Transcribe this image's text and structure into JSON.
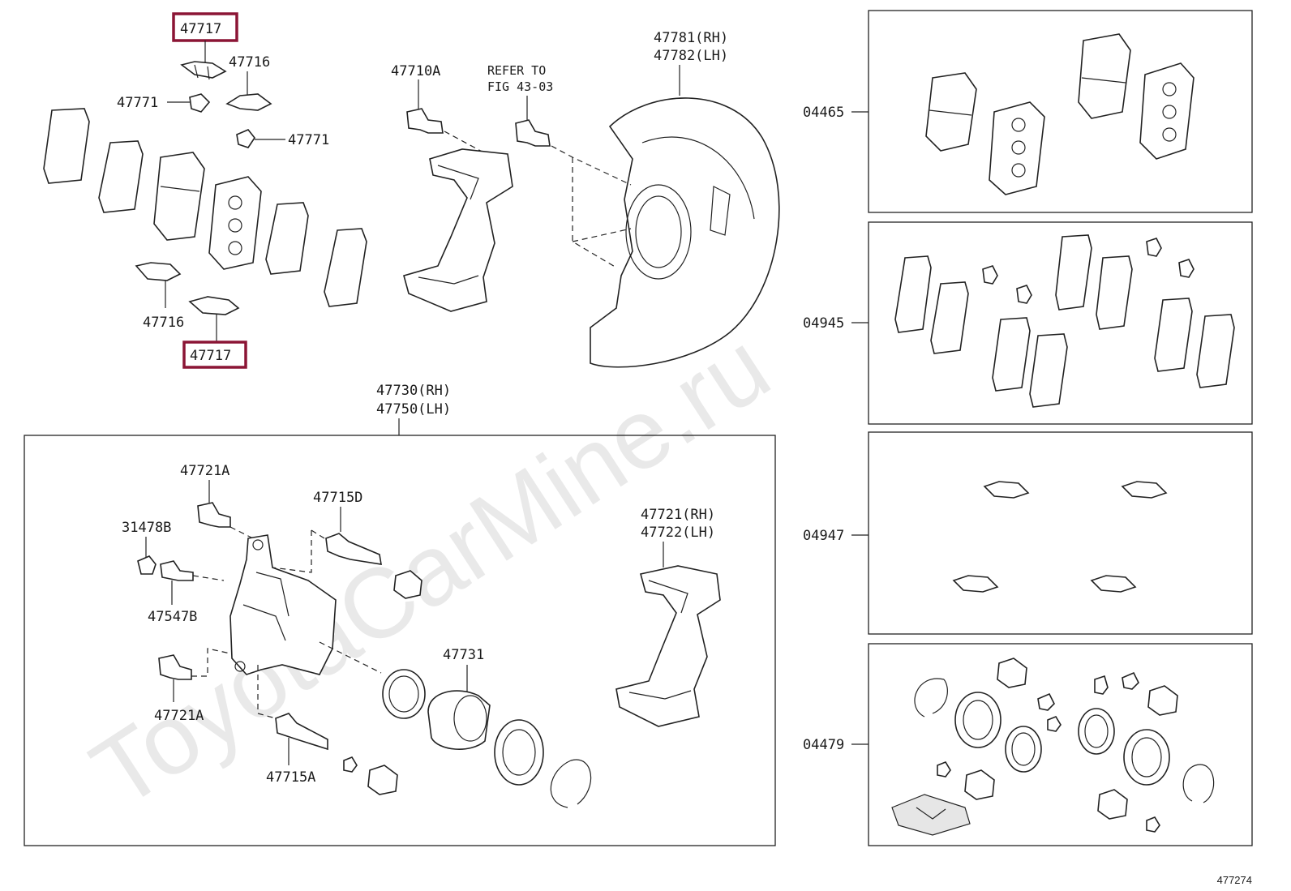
{
  "watermark": "ToyotaCarMine.ru",
  "figure_number": "477274",
  "highlight_color": "#8b1535",
  "callouts": {
    "shim_top": "47717",
    "shim_bottom": "47717",
    "clip_top": "47716",
    "clip_bottom": "47716",
    "ret_a": "47771",
    "ret_b": "47771",
    "bolt": "47710A",
    "refer_line1": "REFER TO",
    "refer_line2": "FIG 43-03",
    "dust_rh": "47781(RH)",
    "dust_lh": "47782(LH)",
    "assy_rh": "47730(RH)",
    "assy_lh": "47750(LH)",
    "bleed_bolt": "47721A",
    "plug": "31478B",
    "bleeder": "47547B",
    "bolt_lower": "47721A",
    "pin_d": "47715D",
    "pin_a": "47715A",
    "piston": "47731",
    "mount_rh": "47721(RH)",
    "mount_lh": "47722(LH)"
  },
  "kits": [
    {
      "label": "04465"
    },
    {
      "label": "04945"
    },
    {
      "label": "04947"
    },
    {
      "label": "04479"
    }
  ]
}
